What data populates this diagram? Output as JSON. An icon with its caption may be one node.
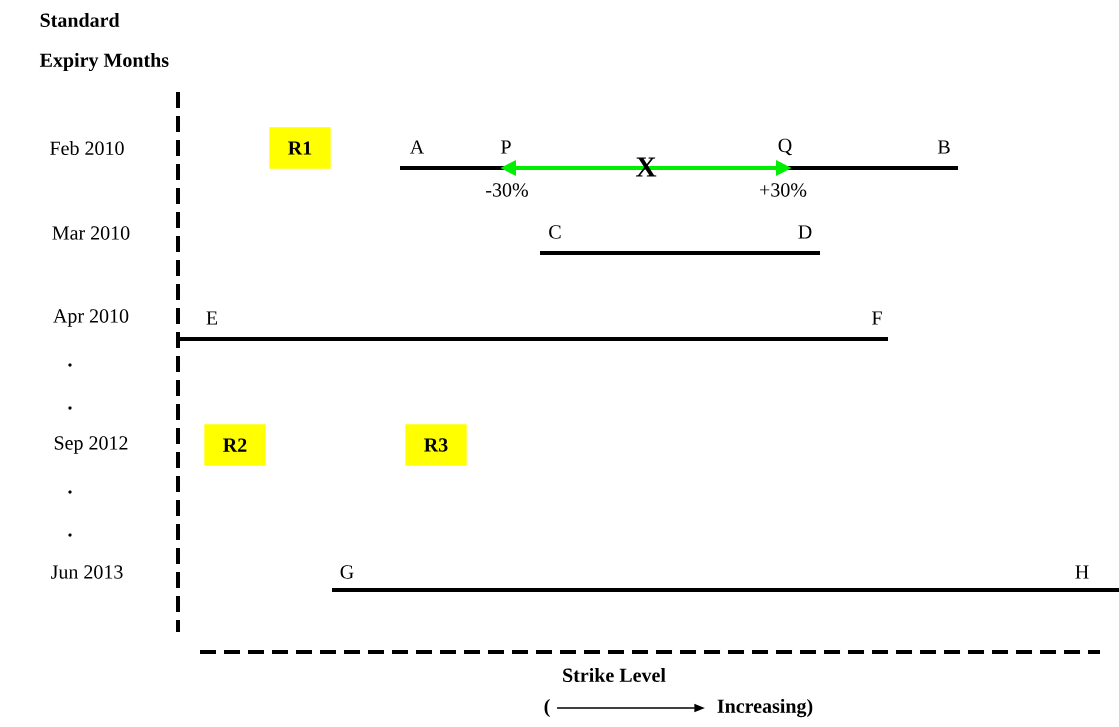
{
  "diagram": {
    "nodes": [
      {
        "text": [
          "R1"
        ]
      },
      {
        "text": [
          "A"
        ]
      },
      {
        "text": [
          "P"
        ]
      },
      {
        "text": [
          "Q"
        ]
      },
      {
        "text": [
          "B"
        ]
      },
      {
        "text": [
          "C"
        ]
      },
      {
        "text": [
          "D"
        ]
      },
      {
        "text": [
          "E"
        ]
      },
      {
        "text": [
          "F"
        ]
      },
      {
        "text": [
          "R2"
        ]
      },
      {
        "text": [
          "R3"
        ]
      },
      {
        "text": [
          "G"
        ]
      },
      {
        "text": [
          "H"
        ]
      }
    ],
    "edges": [
      {
        "from": 1,
        "to": 4,
        "arrow": "none"
      },
      {
        "from": 2,
        "to": 3,
        "arrow": "both",
        "color": "#00ee00"
      },
      {
        "from": 5,
        "to": 6,
        "arrow": "none"
      },
      {
        "from": 7,
        "to": 8,
        "arrow": "none"
      },
      {
        "from": 11,
        "to": 12,
        "arrow": "none"
      }
    ],
    "labels": [
      "Standard",
      "Expiry Months",
      "Feb 2010",
      "X",
      "-30%",
      "+30%",
      "Mar 2010",
      "Apr 2010",
      ".",
      ".",
      "Sep 2012",
      ".",
      ".",
      "Jun 2013",
      "Strike Level",
      "(",
      "Increasing)"
    ]
  }
}
